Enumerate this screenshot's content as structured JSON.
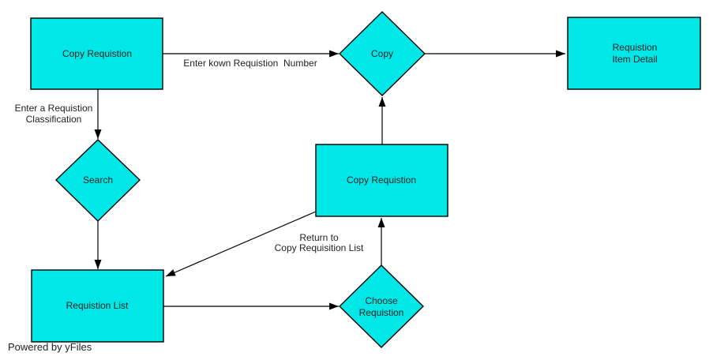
{
  "colors": {
    "node_fill": "#00E7E7",
    "node_stroke": "#000000",
    "edge": "#000000",
    "label": "#222222",
    "watermark": "#BDBDBD"
  },
  "nodes": {
    "copy_requisition_top": {
      "label": "Copy Requistion"
    },
    "copy": {
      "label": "Copy"
    },
    "requisition_item_detail": {
      "lines": [
        "Requistion",
        "Item Detail"
      ]
    },
    "search": {
      "label": "Search"
    },
    "copy_requisition_mid": {
      "label": "Copy Requistion"
    },
    "requisition_list": {
      "label": "Requistion List"
    },
    "choose_requisition": {
      "lines": [
        "Choose",
        "Requistion"
      ]
    }
  },
  "edge_labels": {
    "enter_known_number": "Enter kown Requistion  Number",
    "enter_classification": [
      "Enter a Requistion",
      "Classification"
    ],
    "return_to_list": [
      "Return to",
      "Copy Requisition List"
    ]
  },
  "watermark": "Powered by yFiles"
}
